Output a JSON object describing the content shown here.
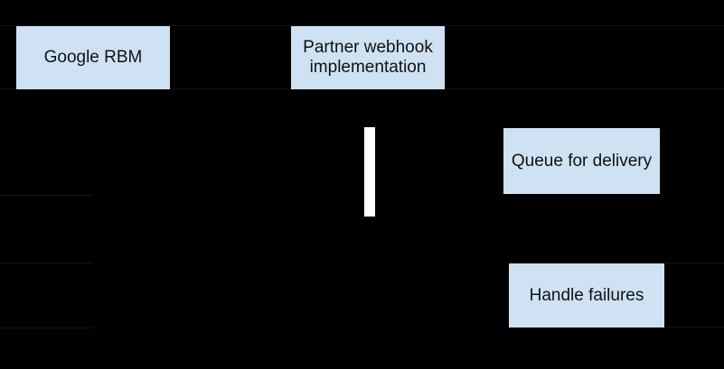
{
  "diagram": {
    "type": "sequence-flow",
    "theme": {
      "background_color": "#000000",
      "node_fill_color": "#cfe2f3",
      "node_text_color": "#111111",
      "activation_bar_color": "#ffffff",
      "faint_line_color": "#141414"
    },
    "nodes": {
      "google_rbm": {
        "label": "Google RBM"
      },
      "partner_webhook": {
        "label": "Partner webhook implementation"
      },
      "queue_for_delivery": {
        "label": "Queue for delivery"
      },
      "handle_failures": {
        "label": "Handle failures"
      }
    }
  }
}
